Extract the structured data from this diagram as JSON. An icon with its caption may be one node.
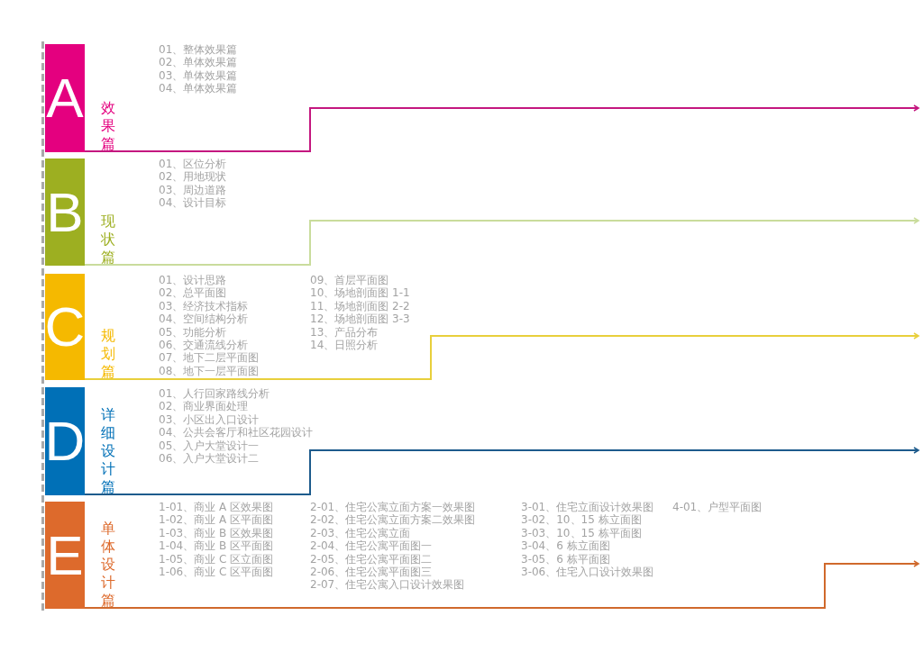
{
  "diagram": {
    "nodes": [
      {
        "text": [
          "A"
        ],
        "beside": [
          "效果篇"
        ]
      },
      {
        "text": [
          "B"
        ],
        "beside": [
          "现状篇"
        ]
      },
      {
        "text": [
          "C"
        ],
        "beside": [
          "规划篇"
        ]
      },
      {
        "text": [
          "D"
        ],
        "beside": [
          "详细设计篇"
        ]
      },
      {
        "text": [
          "E"
        ],
        "beside": [
          "单体设计篇"
        ]
      }
    ],
    "edges": [
      {
        "from": 0,
        "to": null,
        "arrow": "to",
        "color": "#c4177f"
      },
      {
        "from": 1,
        "to": null,
        "arrow": "to",
        "color": "#c9dc9c"
      },
      {
        "from": 2,
        "to": null,
        "arrow": "to",
        "color": "#e8cf3c"
      },
      {
        "from": 3,
        "to": null,
        "arrow": "to",
        "color": "#1d5b8c"
      },
      {
        "from": 4,
        "to": null,
        "arrow": "to",
        "color": "#d0692c"
      }
    ],
    "labels": [
      "01、整体效果篇",
      "02、单体效果篇",
      "03、单体效果篇",
      "04、单体效果篇",
      "01、区位分析",
      "02、用地现状",
      "03、周边道路",
      "04、设计目标",
      "01、设计思路",
      "02、总平面图",
      "03、经济技术指标",
      "04、空间结构分析",
      "05、功能分析",
      "06、交通流线分析",
      "07、地下二层平面图",
      "08、地下一层平面图",
      "09、首层平面图",
      "10、场地剖面图 1-1",
      "11、场地剖面图 2-2",
      "12、场地剖面图 3-3",
      "13、产品分布",
      "14、日照分析",
      "01、人行回家路线分析",
      "02、商业界面处理",
      "03、小区出入口设计",
      "04、公共会客厅和社区花园设计",
      "05、入户大堂设计一",
      "06、入户大堂设计二",
      "1-01、商业 A 区效果图",
      "1-02、商业 A 区平面图",
      "1-03、商业 B 区效果图",
      "1-04、商业 B 区平面图",
      "1-05、商业 C 区立面图",
      "1-06、商业 C 区平面图",
      "2-01、住宅公寓立面方案一效果图",
      "2-02、住宅公寓立面方案二效果图",
      "2-03、住宅公寓立面",
      "2-04、住宅公寓平面图一",
      "2-05、住宅公寓平面图二",
      "2-06、住宅公寓平面图三",
      "2-07、住宅公寓入口设计效果图",
      "3-01、住宅立面设计效果图",
      "3-02、10、15 栋立面图",
      "3-03、10、15 栋平面图",
      "3-04、6 栋立面图",
      "3-05、6 栋平面图",
      "3-06、住宅入口设计效果图",
      "4-01、户型平面图"
    ]
  }
}
